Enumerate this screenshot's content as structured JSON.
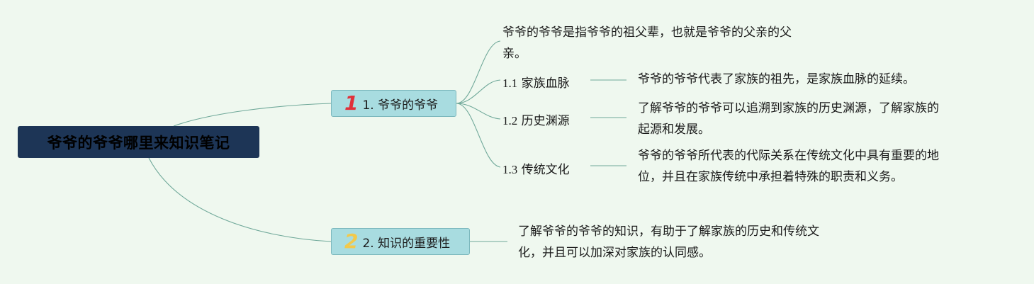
{
  "mindmap": {
    "root": {
      "title": "爷爷的爷爷哪里来知识笔记"
    },
    "branches": [
      {
        "badge": "1",
        "label": "1. 爷爷的爷爷",
        "summary": "爷爷的爷爷是指爷爷的祖父辈，也就是爷爷的父亲的父亲。",
        "summary_lines": [
          "爷爷的爷爷是指爷爷的祖父辈，也就是爷爷的父亲的父",
          "亲。"
        ],
        "subtopics": [
          {
            "number": "1.1",
            "title": "家族血脉",
            "detail_lines": [
              "爷爷的爷爷代表了家族的祖先，是家族血脉的延续。"
            ]
          },
          {
            "number": "1.2",
            "title": "历史渊源",
            "detail_lines": [
              "了解爷爷的爷爷可以追溯到家族的历史渊源，了解家族的",
              "起源和发展。"
            ]
          },
          {
            "number": "1.3",
            "title": "传统文化",
            "detail_lines": [
              "爷爷的爷爷所代表的代际关系在传统文化中具有重要的地",
              "位，并且在家族传统中承担着特殊的职责和义务。"
            ]
          }
        ]
      },
      {
        "badge": "2",
        "label": "2. 知识的重要性",
        "detail_lines": [
          "了解爷爷的爷爷的知识，有助于了解家族的历史和传统文",
          "化，并且可以加深对家族的认同感。"
        ]
      }
    ],
    "colors": {
      "background": "#EFF8EF",
      "root_fill": "#1D3556",
      "branch_fill": "#A8DCE0",
      "connector": "#6FA899",
      "badge_1": "#E0303A",
      "badge_2": "#F2C94C"
    }
  }
}
